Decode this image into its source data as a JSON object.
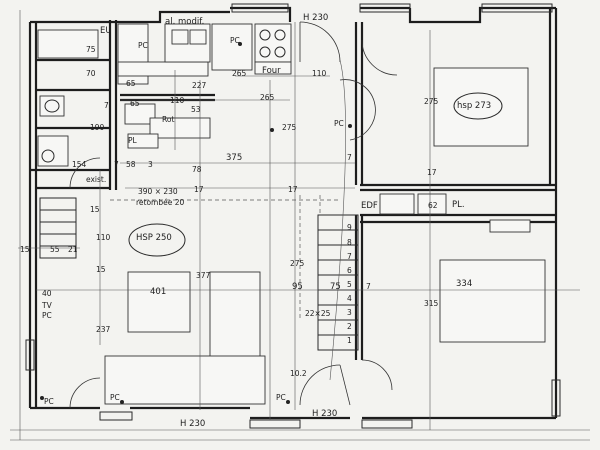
{
  "labels": {
    "eu": "EU",
    "al_modif": "al. modif.",
    "pc_kitchen": "PC",
    "pc_top": "PC",
    "h230_top": "H 230",
    "hsp273": "hsp 273",
    "four": "Four",
    "d265_top": "265",
    "d110_top": "110",
    "d75": "75",
    "d70": "70",
    "d65_left": "65",
    "d227": "227",
    "d65_mid": "65",
    "d110_mid": "110",
    "d265_mid": "265",
    "d7_a": "7",
    "d53": "53",
    "d190": "190",
    "rot": "Rot",
    "pc_center": "PC",
    "pl_small": "PL",
    "d275_top": "275",
    "d275_right": "275",
    "d7_b": "7",
    "d154": "154",
    "d7_c": "7",
    "d58": "58",
    "d3": "3",
    "d375": "375",
    "d17_a": "17",
    "exist": "exist.",
    "d78": "78",
    "d390x230": "390 × 230",
    "retombee": "retombée 20",
    "d17_b": "17",
    "d17_c": "17",
    "edf": "EDF",
    "d62": "62",
    "pl_right": "PL.",
    "d15": "15",
    "d110_left": "110",
    "hsp250": "HSP 250",
    "d15_a": "15",
    "d55": "55",
    "d21": "21",
    "d15_b": "15",
    "d40": "40",
    "tv": "TV",
    "pc_tv": "PC",
    "d401": "401",
    "d377": "377",
    "d95": "95",
    "d75_b": "75",
    "d7_d": "7",
    "d334": "334",
    "d315": "315",
    "d275_stair": "275",
    "d22x25": "22×25",
    "d237": "237",
    "d102": "10.2",
    "pc_bottom_left": "PC",
    "pc_bottom_mid": "PC",
    "pc_bottom_right": "PC",
    "h230_bottom_left": "H 230",
    "h230_bottom_right": "H 230",
    "stair_steps": [
      "9",
      "8",
      "7",
      "6",
      "5",
      "4",
      "3",
      "2",
      "1"
    ]
  }
}
